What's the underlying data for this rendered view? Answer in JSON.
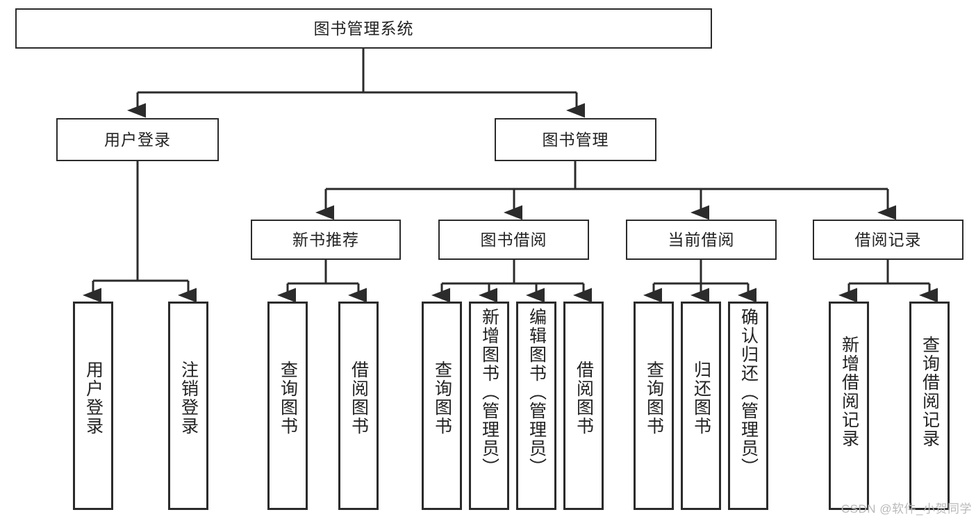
{
  "diagram": {
    "type": "tree",
    "title": "图书管理系统",
    "watermark": "CSDN @软件_小贺同学",
    "colors": {
      "box_border": "#2b2b2b",
      "box_fill": "#ffffff",
      "connector": "#2b2b2b",
      "watermark": "#b9b9b9",
      "background": "#ffffff"
    },
    "root": {
      "label": "图书管理系统"
    },
    "level1": [
      {
        "id": "user-login",
        "label": "用户登录"
      },
      {
        "id": "book-manage",
        "label": "图书管理"
      }
    ],
    "level2": [
      {
        "id": "new-book-recommend",
        "label": "新书推荐"
      },
      {
        "id": "book-borrow",
        "label": "图书借阅"
      },
      {
        "id": "current-borrow",
        "label": "当前借阅"
      },
      {
        "id": "borrow-record",
        "label": "借阅记录"
      }
    ],
    "leaves": {
      "user_login": [
        {
          "id": "leaf-user-login",
          "label": "用户登录"
        },
        {
          "id": "leaf-user-logout",
          "label": "注销登录"
        }
      ],
      "new_book_recommend": [
        {
          "id": "leaf-query-book-1",
          "label": "查询图书"
        },
        {
          "id": "leaf-borrow-book-1",
          "label": "借阅图书"
        }
      ],
      "book_borrow": [
        {
          "id": "leaf-query-book-2",
          "label": "查询图书"
        },
        {
          "id": "leaf-add-book",
          "label": "新增图书（管理员）"
        },
        {
          "id": "leaf-edit-book",
          "label": "编辑图书（管理员）"
        },
        {
          "id": "leaf-borrow-book-2",
          "label": "借阅图书"
        }
      ],
      "current_borrow": [
        {
          "id": "leaf-query-book-3",
          "label": "查询图书"
        },
        {
          "id": "leaf-return-book",
          "label": "归还图书"
        },
        {
          "id": "leaf-confirm-return",
          "label": "确认归还（管理员）"
        }
      ],
      "borrow_record": [
        {
          "id": "leaf-add-record",
          "label": "新增借阅记录"
        },
        {
          "id": "leaf-query-record",
          "label": "查询借阅记录"
        }
      ]
    }
  }
}
